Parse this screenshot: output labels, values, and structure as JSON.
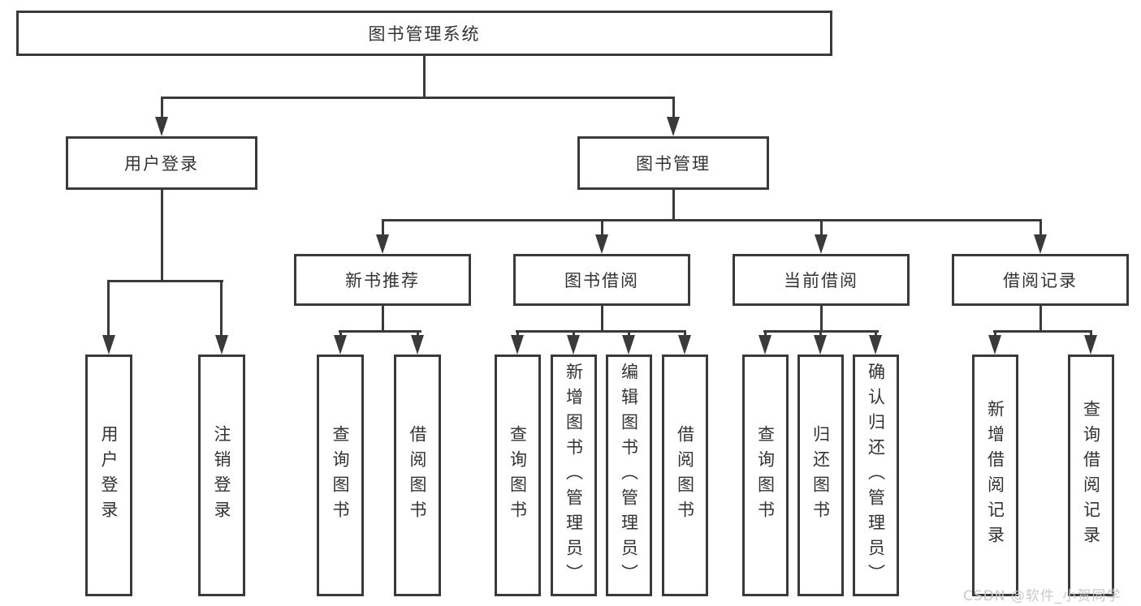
{
  "colors": {
    "line": "#3a3a3a",
    "text": "#333333",
    "background": "#ffffff",
    "watermark": "#c6c6c6"
  },
  "watermark": "CSDN @软件_小贺同学",
  "diagram": {
    "type": "hierarchy-tree",
    "title": "图书管理系统",
    "level2": [
      "用户登录",
      "图书管理"
    ],
    "level3": [
      "新书推荐",
      "图书借阅",
      "当前借阅",
      "借阅记录"
    ],
    "leaves": {
      "user_login": [
        "用户登录",
        "注销登录"
      ],
      "new_book_recommend": [
        "查询图书",
        "借阅图书"
      ],
      "book_borrow": [
        "查询图书",
        "新增图书（管理员）",
        "编辑图书（管理员）",
        "借阅图书"
      ],
      "current_borrow": [
        "查询图书",
        "归还图书",
        "确认归还（管理员）"
      ],
      "borrow_record": [
        "新增借阅记录",
        "查询借阅记录"
      ]
    }
  }
}
